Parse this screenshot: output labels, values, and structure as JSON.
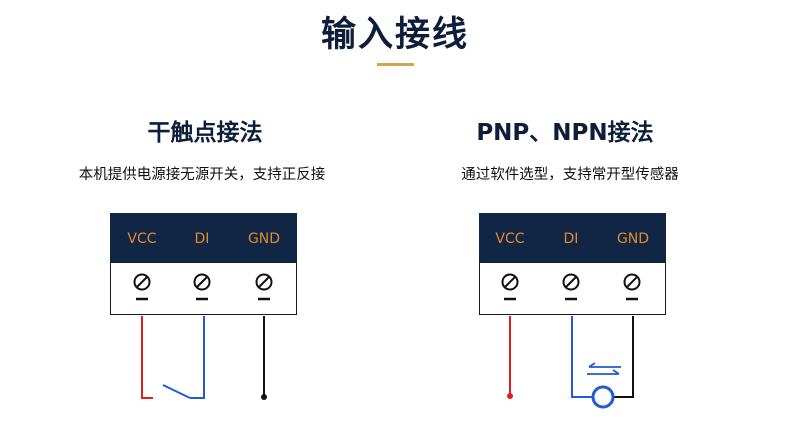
{
  "page": {
    "title": "输入接线"
  },
  "left_panel": {
    "title": "干触点接法",
    "description": "本机提供电源接无源开关，支持正反接",
    "terminals": [
      "VCC",
      "DI",
      "GND"
    ]
  },
  "right_panel": {
    "title": "PNP、NPN接法",
    "description": "通过软件选型，支持常开型传感器",
    "terminals": [
      "VCC",
      "DI",
      "GND"
    ]
  },
  "colors": {
    "header_bg": "#112545",
    "terminal_label": "#e58a2a",
    "title_text": "#0d1e3a",
    "accent_underline": "#d4a64a",
    "wire_vcc": "#e02020",
    "wire_di": "#1f5bd6",
    "wire_gnd": "#111111"
  },
  "icons": {
    "terminal_screw": "screw-terminal-icon",
    "dry_contact_switch": "switch-icon",
    "sensor": "sensor-icon"
  }
}
